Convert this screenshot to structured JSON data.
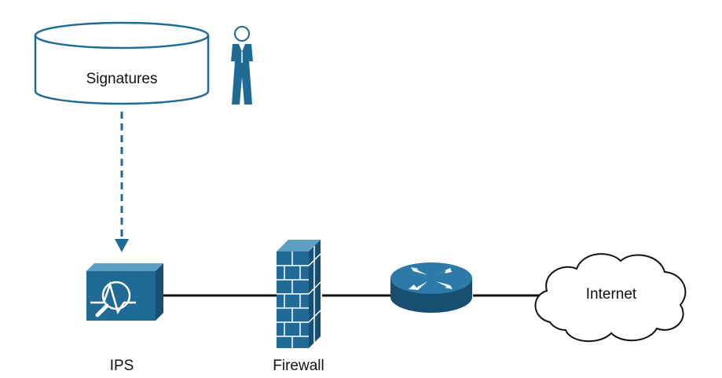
{
  "colors": {
    "primary": "#1f6b96",
    "line": "#111111",
    "background": "#ffffff"
  },
  "labels": {
    "signatures": "Signatures",
    "ips": "IPS",
    "firewall": "Firewall",
    "internet": "Internet"
  },
  "icons": [
    "database-icon",
    "person-icon",
    "ips-sensor-icon",
    "firewall-icon",
    "router-icon",
    "cloud-icon"
  ]
}
